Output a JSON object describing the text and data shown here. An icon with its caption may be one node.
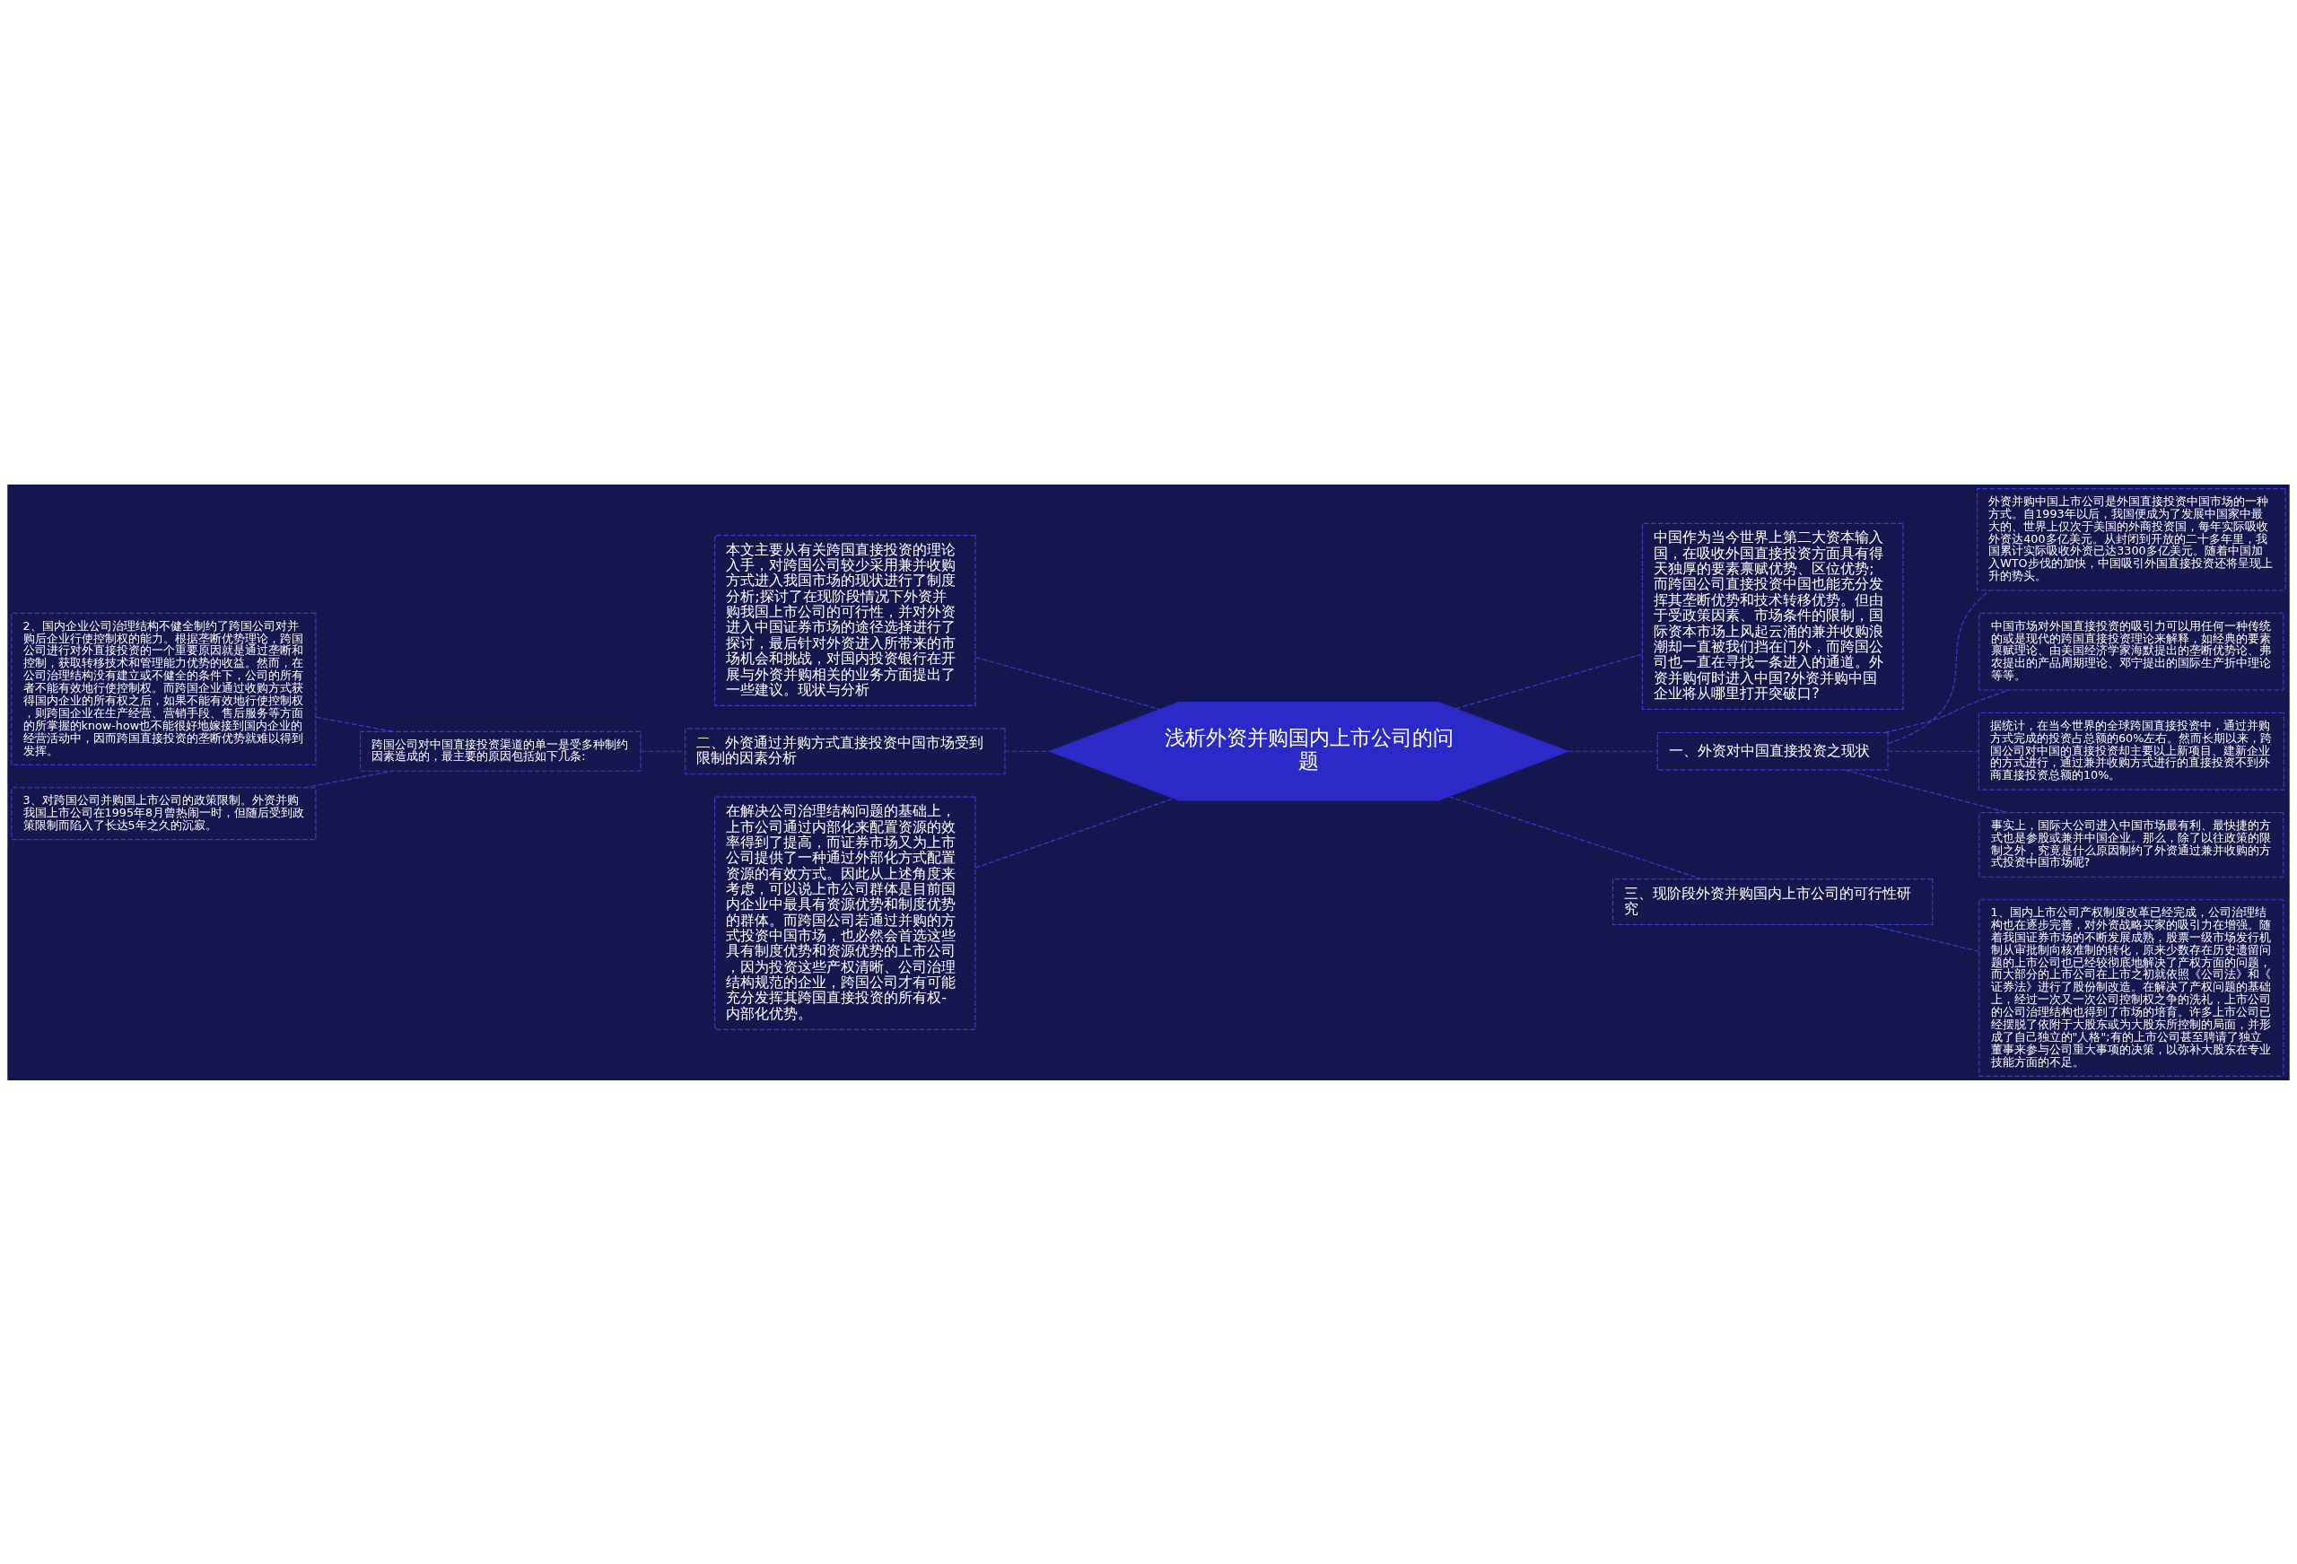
{
  "diagram": {
    "nodes": [
      {
        "text": [
          "浅析外资并购国内上市公司的问题"
        ]
      },
      {
        "text": [
          "本文主要从有关跨国直接投资的理论入手，对跨国公司较少采用兼并收购方式进入我国市场的现状进行了制度分析;探讨了在现阶段情况下外资并购我国上市公司的可行性，并对外资进入中国证券市场的途径选择进行了探讨，最后针对外资进入所带来的市场机会和挑战，对国内投资银行在开展与外资并购相关的业务方面提出了一些建议。现状与分析"
        ]
      },
      {
        "text": [
          "中国作为当今世界上第二大资本输入国，在吸收外国直接投资方面具有得天独厚的要素禀赋优势、区位优势;而跨国公司直接投资中国也能充分发挥其垄断优势和技术转移优势。但由于受政策因素、市场条件的限制，国际资本市场上风起云涌的兼并收购浪潮却一直被我们挡在门外，而跨国公司也一直在寻找一条进入的通道。外资并购何时进入中国?外资并购中国企业将从哪里打开突破口?"
        ]
      },
      {
        "text": [
          "二、外资通过并购方式直接投资中国市场受到限制的因素分析"
        ]
      },
      {
        "text": [
          "跨国公司对中国直接投资渠道的单一是受多种制约因素造成的，最主要的原因包括如下几条:"
        ]
      },
      {
        "text": [
          "2、国内企业公司治理结构不健全制约了跨国公司对并购后企业行使控制权的能力。根据垄断优势理论，跨国公司进行对外直接投资的一个重要原因就是通过垄断和控制，获取转移技术和管理能力优势的收益。然而，在公司治理结构没有建立或不健全的条件下，公司的所有者不能有效地行使控制权。而跨国企业通过收购方式获得国内企业的所有权之后，如果不能有效地行使控制权，则跨国企业在生产经营、营销手段、售后服务等方面的所掌握的know-how也不能很好地嫁接到国内企业的经营活动中，因而跨国直接投资的垄断优势就难以得到发挥。"
        ]
      },
      {
        "text": [
          "3、对跨国公司并购国上市公司的政策限制。外资并购我国上市公司在1995年8月曾热闹一时，但随后受到政策限制而陷入了长达5年之久的沉寂。"
        ]
      },
      {
        "text": [
          "一、外资对中国直接投资之现状"
        ]
      },
      {
        "text": [
          "外资并购中国上市公司是外国直接投资中国市场的一种方式。自1993年以后，我国便成为了发展中国家中最大的、世界上仅次于美国的外商投资国，每年实际吸收外资达400多亿美元。从封闭到开放的二十多年里，我国累计实际吸收外资已达3300多亿美元。随着中国加入WTO步伐的加快，中国吸引外国直接投资还将呈现上升的势头。"
        ]
      },
      {
        "text": [
          "中国市场对外国直接投资的吸引力可以用任何一种传统的或是现代的跨国直接投资理论来解释，如经典的要素禀赋理论、由美国经济学家海默提出的垄断优势论、弗农提出的产品周期理论、邓宁提出的国际生产折中理论等等。"
        ]
      },
      {
        "text": [
          "据统计，在当今世界的全球跨国直接投资中，通过并购方式完成的投资占总额的60%左右。然而长期以来，跨国公司对中国的直接投资却主要以上新项目、建新企业的方式进行，通过兼并收购方式进行的直接投资不到外商直接投资总额的10%。"
        ]
      },
      {
        "text": [
          "事实上，国际大公司进入中国市场最有利、最快捷的方式也是参股或兼并中国企业。那么，除了以往政策的限制之外，究竟是什么原因制约了外资通过兼并收购的方式投资中国市场呢?"
        ]
      },
      {
        "text": [
          "在解决公司治理结构问题的基础上，上市公司通过内部化来配置资源的效率得到了提高，而证券市场又为上市公司提供了一种通过外部化方式配置资源的有效方式。因此从上述角度来考虑，可以说上市公司群体是目前国内企业中最具有资源优势和制度优势的群体。而跨国公司若通过并购的方式投资中国市场，也必然会首选这些具有制度优势和资源优势的上市公司，因为投资这些产权清晰、公司治理结构规范的企业，跨国公司才有可能充分发挥其跨国直接投资的所有权-内部化优势。"
        ]
      },
      {
        "text": [
          "三、现阶段外资并购国内上市公司的可行性研究"
        ]
      },
      {
        "text": [
          "1、国内上市公司产权制度改革已经完成，公司治理结构也在逐步完善，对外资战略买家的吸引力在增强。随着我国证券市场的不断发展成熟，股票一级市场发行机制从审批制向核准制的转化，原来少数存在历史遗留问题的上市公司也已经较彻底地解决了产权方面的问题，而大部分的上市公司在上市之初就依照《公司法》和《证券法》进行了股份制改造。在解决了产权问题的基础上，经过一次又一次公司控制权之争的洗礼，上市公司的公司治理结构也得到了市场的培育。许多上市公司已经摆脱了依附于大股东或为大股东所控制的局面，并形成了自己独立的\"人格\";有的上市公司甚至聘请了独立董事来参与公司重大事项的决策，以弥补大股东在专业技能方面的不足。"
        ]
      }
    ],
    "edges": [
      {
        "from": 1,
        "to": 0,
        "arrow": "none"
      },
      {
        "from": 0,
        "to": 2,
        "arrow": "none"
      },
      {
        "from": 3,
        "to": 0,
        "arrow": "none"
      },
      {
        "from": 4,
        "to": 3,
        "arrow": "none"
      },
      {
        "from": 5,
        "to": 4,
        "arrow": "none"
      },
      {
        "from": 6,
        "to": 4,
        "arrow": "none"
      },
      {
        "from": 0,
        "to": 7,
        "arrow": "none"
      },
      {
        "from": 7,
        "to": 8,
        "arrow": "none"
      },
      {
        "from": 7,
        "to": 9,
        "arrow": "none"
      },
      {
        "from": 7,
        "to": 10,
        "arrow": "none"
      },
      {
        "from": 7,
        "to": 11,
        "arrow": "none"
      },
      {
        "from": 12,
        "to": 0,
        "arrow": "none"
      },
      {
        "from": 0,
        "to": 13,
        "arrow": "none"
      },
      {
        "from": 13,
        "to": 14,
        "arrow": "none"
      }
    ]
  }
}
